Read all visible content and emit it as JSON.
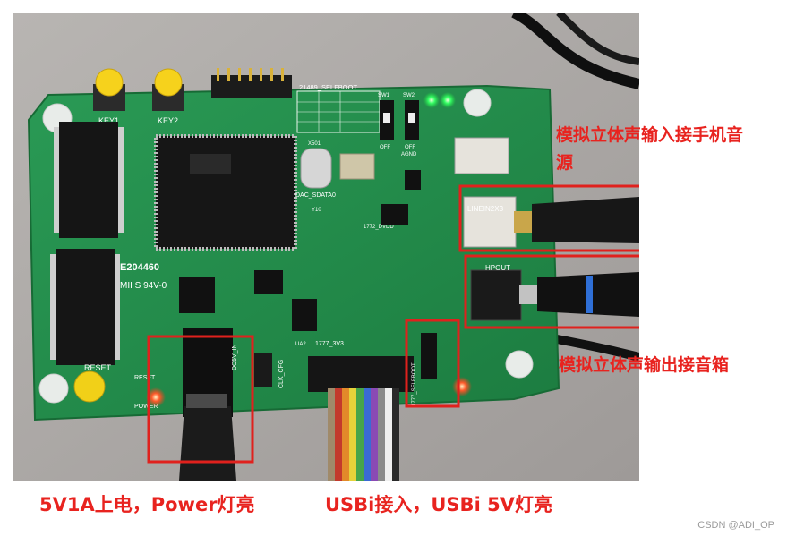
{
  "annotations": {
    "stereo_input": "模拟立体声输入接手机音源",
    "stereo_output": "模拟立体声输出接音箱",
    "power_caption": "5V1A上电，Power灯亮",
    "usbi_caption": "USBi接入，USBi 5V灯亮"
  },
  "board": {
    "part_number": "E204460",
    "mii_text": "MII S 94V-0",
    "selfboot_table_title": "21489_SELFBOOT",
    "key1": "KEY1",
    "key2": "KEY2",
    "reset": "RESET",
    "reset_small": "RESET",
    "power": "POWER",
    "dc5v_in": "DC5V_IN",
    "clk_cfg": "CLK_CFG",
    "usbi_3v3": "1777_3V3",
    "selfboot_side": "1777_SELFBOOT",
    "dvdd": "1772_DVDD",
    "dac_sdata0": "DAC_SDATA0",
    "linein2x3": "LINEIN2X3",
    "hpout": "HPOUT",
    "x501": "X501",
    "agnd": "AGND",
    "sw1": "SW1",
    "sw2": "SW2",
    "off": "OFF",
    "ua2": "UA2",
    "y10": "Y10"
  },
  "watermark": "CSDN @ADI_OP",
  "colors": {
    "annotation": "#e8231f",
    "pcb": "#1f8a48",
    "box": "#e0211d"
  }
}
